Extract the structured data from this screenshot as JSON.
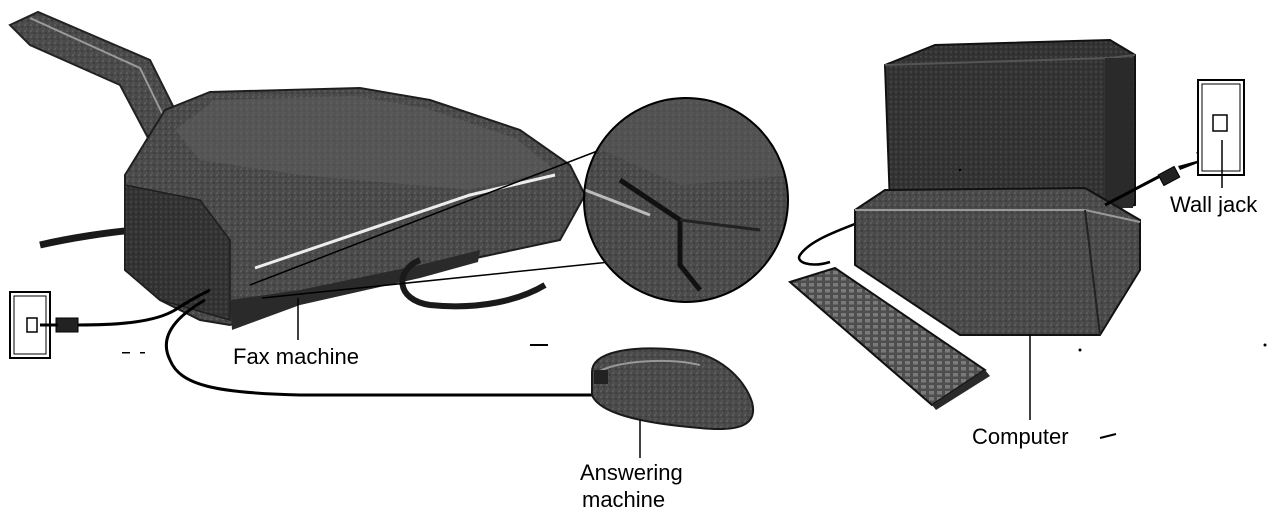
{
  "labels": {
    "fax_machine": "Fax machine",
    "answering_machine_line1": "Answering",
    "answering_machine_line2": "machine",
    "computer": "Computer",
    "wall_jack": "Wall jack"
  },
  "colors": {
    "body_dark": "#3a3a3a",
    "body_mid": "#5a5a5a",
    "body_light": "#8a8a8a",
    "highlight": "#b5b5b5",
    "cable": "#1a1a1a",
    "plate": "#ffffff",
    "text": "#000000"
  }
}
